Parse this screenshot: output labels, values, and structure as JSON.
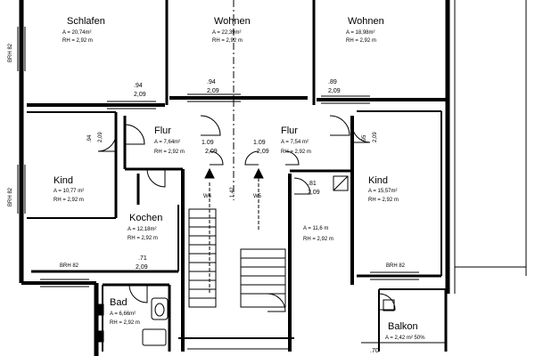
{
  "rooms": {
    "schlafen": {
      "name": "Schlafen",
      "area": "A = 20,74m²",
      "height": "RH = 2,92 m"
    },
    "wohnen_left": {
      "name": "Wohnen",
      "area": "A = 22,39m²",
      "height": "RH = 2,92 m"
    },
    "wohnen_right": {
      "name": "Wohnen",
      "area": "A = 18,98m²",
      "height": "RH = 2,92 m"
    },
    "flur_left": {
      "name": "Flur",
      "area": "A = 7,64m²",
      "height": "RH = 2,92 m"
    },
    "flur_right": {
      "name": "Flur",
      "area": "A = 7,54 m²",
      "height": "RH = 2,92 m"
    },
    "kind_left": {
      "name": "Kind",
      "area": "A = 10,77 m²",
      "height": "RH = 2,92 m"
    },
    "kind_right": {
      "name": "Kind",
      "area": "A = 15,57m²",
      "height": "RH = 2,92 m"
    },
    "kochen": {
      "name": "Kochen",
      "area": "A = 12,18m²",
      "height": "RH = 2,92 m"
    },
    "bad": {
      "name": "Bad",
      "area": "A = 6,66m²",
      "height": "RH = 2,92 m"
    },
    "balkon": {
      "name": "Balkon",
      "area": "A = 2,42 m² 50%"
    },
    "stair_room": {
      "area": "A = 11,6 m",
      "height": "RH = 2,92 m"
    }
  },
  "dims": {
    "d094a": ".94",
    "d209a": "2,09",
    "d094b": ".94",
    "d209b": "2,09",
    "d089": ".89",
    "d209c": "2,09",
    "d109a": "1.09",
    "d209d": "2,09",
    "d109b": "1.09",
    "d209e": "2,09",
    "d081": ".81",
    "d209f": "2,09",
    "d071": ".71",
    "d209g": "2,09",
    "d070": ".70",
    "d094v": ".94",
    "d209v": "2,09",
    "d095v": ".95",
    "d209w": "2,09",
    "d142": "1,42"
  },
  "labels": {
    "brh_top": "BRH 82",
    "brh_left": "BRH 82",
    "brh_bottom_left": "BRH 82",
    "brh_bottom_right": "BRH 82",
    "w6": "W6",
    "w5": "W5"
  }
}
